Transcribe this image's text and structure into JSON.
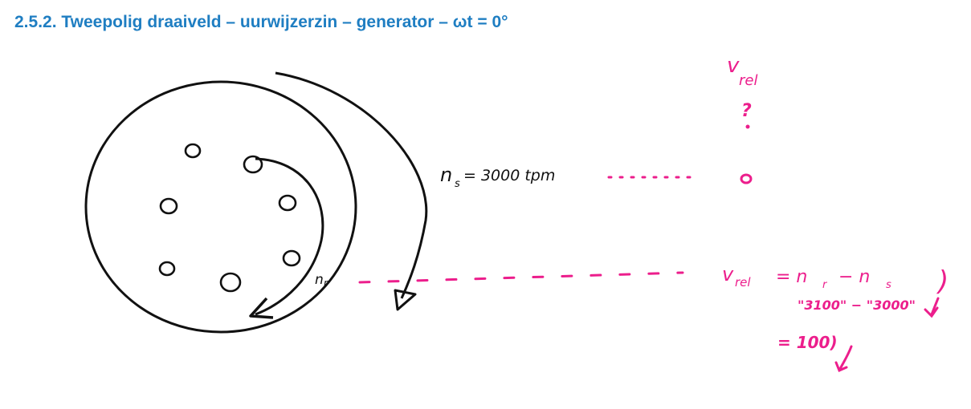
{
  "page": {
    "title": "2.5.2. Tweepolig draaiveld – uurwijzerzin – generator – ωt = 0°"
  },
  "annotations": {
    "ns_label": "n",
    "ns_sub": "s",
    "ns_value": "= 3000 tpm",
    "nr_label": "n",
    "nr_sub": "r",
    "vrel_header": "v",
    "vrel_header_sub": "rel",
    "question": "?",
    "dot": "·",
    "zero": "o",
    "formula_lhs": "v",
    "formula_lhs_sub": "rel",
    "formula_rhs": "= n",
    "formula_rhs_sub1": "r",
    "formula_minus": "− n",
    "formula_rhs_sub2": "s",
    "formula_close": ")",
    "formula_values": "\"3100\" − \"3000\"",
    "formula_result": "= 100)"
  },
  "colors": {
    "title": "#1f7ec2",
    "ink": "#111111",
    "magenta": "#ec1e8c"
  }
}
